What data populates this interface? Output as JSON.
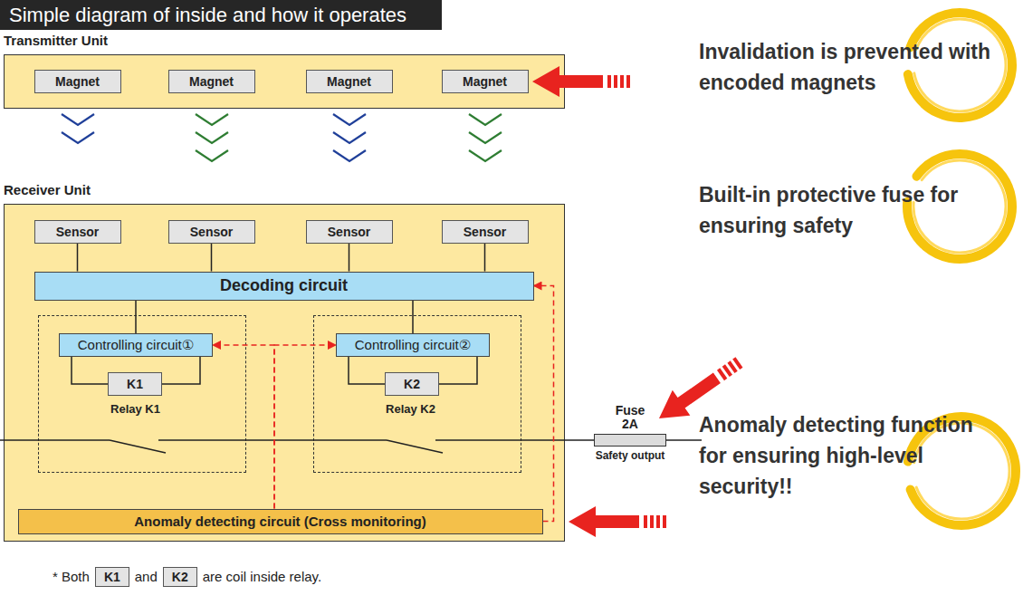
{
  "diagram": {
    "title": "Simple diagram of inside and how it operates",
    "nodes": [
      {
        "text": [
          "Transmitter Unit"
        ]
      },
      {
        "text": [
          "Magnet"
        ],
        "in": 0
      },
      {
        "text": [
          "Magnet"
        ],
        "in": 0
      },
      {
        "text": [
          "Magnet"
        ],
        "in": 0
      },
      {
        "text": [
          "Magnet"
        ],
        "in": 0
      },
      {
        "text": [
          "Receiver Unit"
        ]
      },
      {
        "text": [
          "Sensor"
        ],
        "in": 5
      },
      {
        "text": [
          "Sensor"
        ],
        "in": 5
      },
      {
        "text": [
          "Sensor"
        ],
        "in": 5
      },
      {
        "text": [
          "Sensor"
        ],
        "in": 5
      },
      {
        "text": [
          "Decoding circuit"
        ],
        "in": 5
      },
      {
        "text": [
          "Relay K1"
        ],
        "in": 5
      },
      {
        "text": [
          "Controlling circuit①"
        ],
        "in": 11
      },
      {
        "text": [
          "K1"
        ],
        "in": 11
      },
      {
        "text": [
          "Relay K2"
        ],
        "in": 5
      },
      {
        "text": [
          "Controlling circuit②"
        ],
        "in": 14
      },
      {
        "text": [
          "K2"
        ],
        "in": 14
      },
      {
        "text": [
          "Fuse 2A",
          "Safety output"
        ]
      },
      {
        "text": [
          "Anomaly detecting circuit (Cross monitoring)"
        ],
        "in": 5
      },
      {
        "text": [
          "K1"
        ]
      },
      {
        "text": [
          "K2"
        ]
      }
    ],
    "edges": [
      {
        "from": 6,
        "to": 10,
        "arrow": "none"
      },
      {
        "from": 7,
        "to": 10,
        "arrow": "none"
      },
      {
        "from": 8,
        "to": 10,
        "arrow": "none"
      },
      {
        "from": 9,
        "to": 10,
        "arrow": "none"
      },
      {
        "from": 10,
        "to": 12,
        "arrow": "none"
      },
      {
        "from": 10,
        "to": 15,
        "arrow": "none"
      },
      {
        "from": 12,
        "to": 13,
        "arrow": "none"
      },
      {
        "from": 15,
        "to": 16,
        "arrow": "none"
      },
      {
        "from": 18,
        "to": 12,
        "arrow": "to"
      },
      {
        "from": 18,
        "to": 15,
        "arrow": "to"
      },
      {
        "from": 18,
        "to": 10,
        "arrow": "to"
      }
    ],
    "labels": [
      "Invalidation is prevented with encoded magnets",
      "Built-in protective fuse for ensuring safety",
      "Anomaly detecting function for ensuring high-level security!!",
      "* Both",
      "and",
      "are coil inside relay."
    ]
  }
}
